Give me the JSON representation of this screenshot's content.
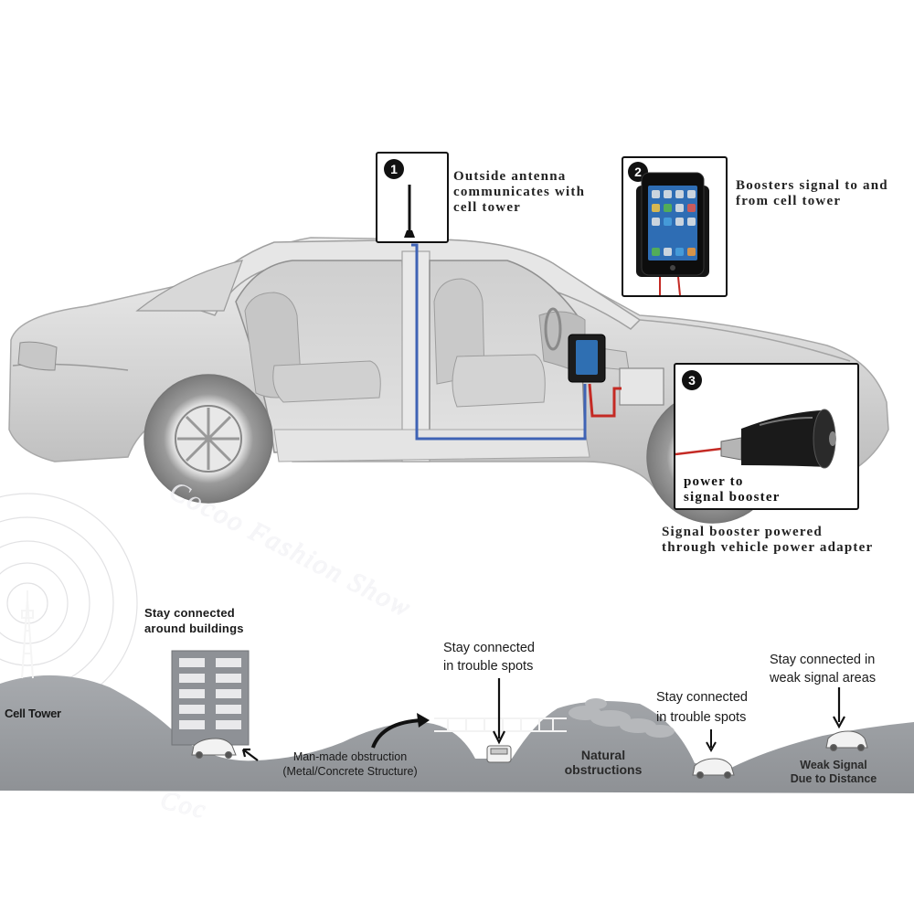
{
  "callouts": [
    {
      "number": "1",
      "text": "Outside antenna\ncommunicates with\ncell tower"
    },
    {
      "number": "2",
      "text": "Boosters signal to and\nfrom cell tower"
    },
    {
      "number": "3",
      "text": "power to\nsignal booster"
    }
  ],
  "adapter_caption": "Signal booster powered\nthrough vehicle power adapter",
  "terrain_labels": {
    "cell_tower": "Cell Tower",
    "buildings": "Stay connected\naround buildings",
    "man_made": "Man-made obstruction\n(Metal/Concrete Structure)",
    "bridge_spots": "Stay connected\nin trouble spots",
    "natural": "Natural\nobstructions",
    "valley_spots": "Stay connected\nin trouble spots",
    "weak_areas": "Stay connected in\nweak signal areas",
    "weak_signal": "Weak Signal\nDue to Distance"
  },
  "watermark": {
    "text": "Cocoo Fashion Show",
    "partial": "Coc"
  },
  "colors": {
    "cable_blue": "#3f63b5",
    "cable_red": "#c42a24",
    "terrain": "#9c9fa3",
    "car_body": "#d4d4d4"
  }
}
